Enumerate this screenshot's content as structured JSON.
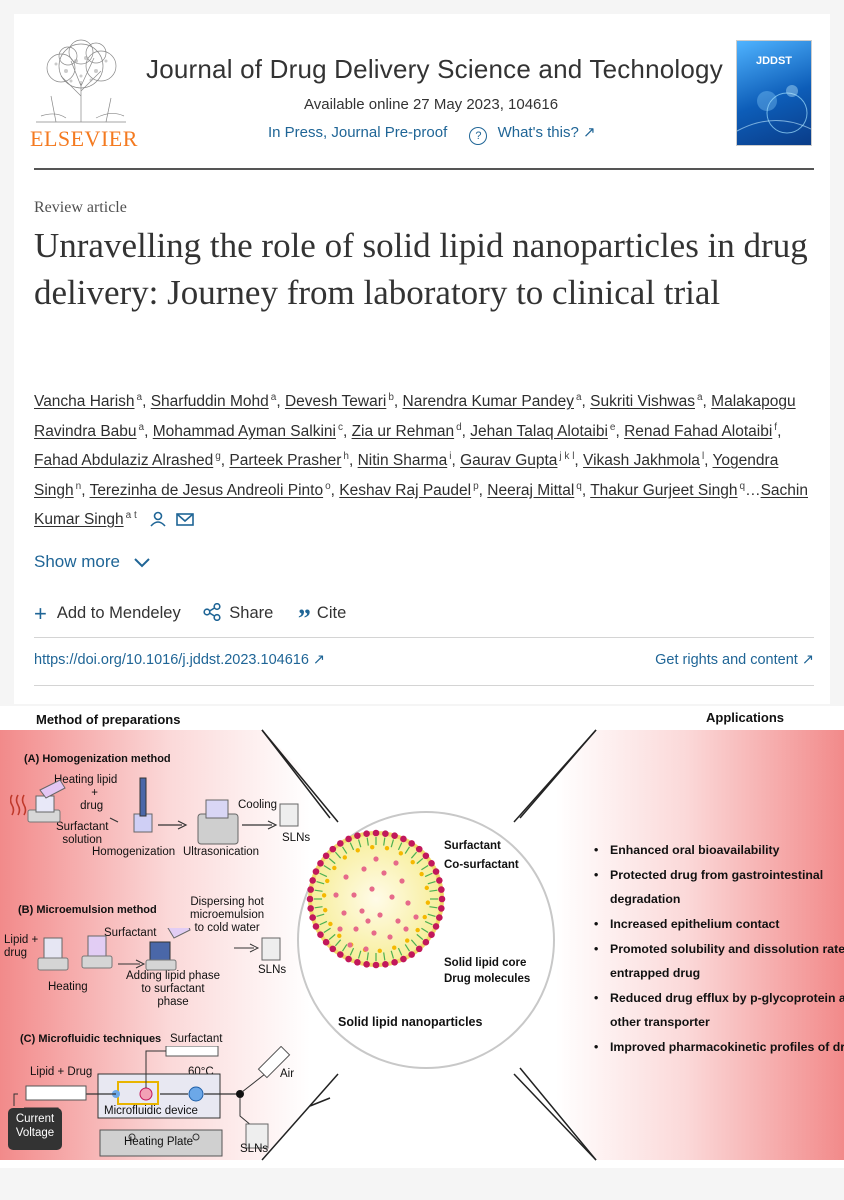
{
  "header": {
    "publisher": "ELSEVIER",
    "journal": "Journal of Drug Delivery Science and Technology",
    "available": "Available online 27 May 2023, 104616",
    "in_press": "In Press, Journal Pre-proof",
    "whats_this": "What's this? ↗",
    "cover_label": "JDDST"
  },
  "article": {
    "type": "Review article",
    "title": "Unravelling the role of solid lipid nanoparticles in drug delivery: Journey from laboratory to clinical trial",
    "authors": [
      {
        "name": "Vancha Harish",
        "sup": "a"
      },
      {
        "name": "Sharfuddin Mohd",
        "sup": "a"
      },
      {
        "name": "Devesh Tewari",
        "sup": "b"
      },
      {
        "name": "Narendra Kumar Pandey",
        "sup": "a"
      },
      {
        "name": "Sukriti Vishwas",
        "sup": "a"
      },
      {
        "name": "Malakapogu Ravindra Babu",
        "sup": "a"
      },
      {
        "name": "Mohammad Ayman Salkini",
        "sup": "c"
      },
      {
        "name": "Zia ur Rehman",
        "sup": "d"
      },
      {
        "name": "Jehan Talaq Alotaibi",
        "sup": "e"
      },
      {
        "name": "Renad Fahad Alotaibi",
        "sup": "f"
      },
      {
        "name": "Fahad Abdulaziz Alrashed",
        "sup": "g"
      },
      {
        "name": "Parteek Prasher",
        "sup": "h"
      },
      {
        "name": "Nitin Sharma",
        "sup": "i"
      },
      {
        "name": "Gaurav Gupta",
        "sup": "j k l"
      },
      {
        "name": "Vikash Jakhmola",
        "sup": "l"
      },
      {
        "name": "Yogendra Singh",
        "sup": "n"
      },
      {
        "name": "Terezinha de Jesus Andreoli Pinto",
        "sup": "o"
      },
      {
        "name": "Keshav Raj Paudel",
        "sup": "p"
      },
      {
        "name": "Neeraj Mittal",
        "sup": "q"
      },
      {
        "name": "Thakur Gurjeet Singh",
        "sup": "q"
      },
      {
        "name": "Sachin Kumar Singh",
        "sup": "a t"
      }
    ],
    "ellipsis": "…",
    "show_more": "Show more",
    "add_mendeley": "Add to Mendeley",
    "share": "Share",
    "cite": "Cite",
    "doi": "https://doi.org/10.1016/j.jddst.2023.104616 ↗",
    "rights": "Get rights and content ↗"
  },
  "figure": {
    "left_heading": "Method of preparations",
    "right_heading": "Applications",
    "sec_a": "(A) Homogenization method",
    "a_heating": [
      "Heating lipid",
      "+",
      "drug"
    ],
    "a_surfactant": [
      "Surfactant",
      "solution"
    ],
    "a_homog": "Homogenization",
    "a_ultra": "Ultrasonication",
    "a_cooling": "Cooling",
    "a_slns": "SLNs",
    "sec_b": "(B) Microemulsion method",
    "b_lipid": [
      "Lipid +",
      "drug"
    ],
    "b_heating": "Heating",
    "b_surfactant": "Surfactant",
    "b_dispersing": [
      "Dispersing hot",
      "microemulsion",
      "to cold water"
    ],
    "b_adding": [
      "Adding lipid phase",
      "to surfactant",
      "phase"
    ],
    "b_slns": "SLNs",
    "sec_c": "(C) Microfluidic techniques",
    "c_surfactant": "Surfactant",
    "c_temp": "60°C",
    "c_lipid": "Lipid + Drug",
    "c_air": "Air",
    "c_device": "Microfluidic device",
    "c_plate": "Heating Plate",
    "c_current": [
      "Current",
      "Voltage"
    ],
    "c_slns": "SLNs",
    "np_surfactant": "Surfactant",
    "np_cosurf": "Co-surfactant",
    "np_core": "Solid lipid core",
    "np_drug": "Drug molecules",
    "np_caption": "Solid lipid nanoparticles",
    "applications": [
      "Enhanced oral bioavailability",
      "Protected drug from gastrointestinal degradation",
      "Increased epithelium contact",
      "Promoted solubility and dissolution rate of entrapped drug",
      "Reduced drug efflux by p-glycoprotein and other transporter",
      "Improved pharmacokinetic profiles of drugs"
    ]
  },
  "colors": {
    "link": "#1f6596",
    "elsevier_orange": "#f47a20",
    "gradient_red": "#f28a8a",
    "cover_blue": "#1a7bd0"
  }
}
